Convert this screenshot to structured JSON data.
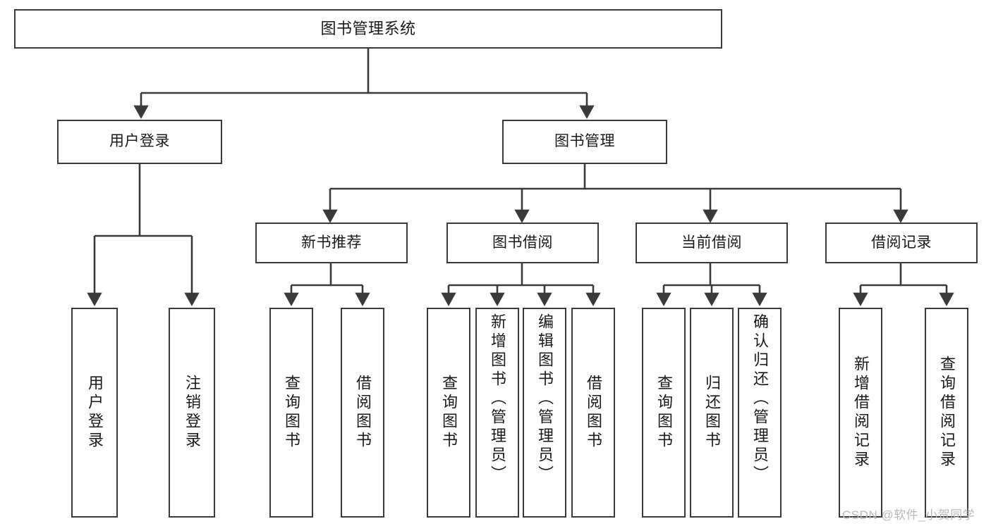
{
  "diagram": {
    "title": "图书管理系统",
    "type": "tree-hierarchy-chart",
    "root": {
      "label": "图书管理系统"
    },
    "level2": [
      {
        "label": "用户登录"
      },
      {
        "label": "图书管理"
      }
    ],
    "level3": [
      {
        "label": "新书推荐"
      },
      {
        "label": "图书借阅"
      },
      {
        "label": "当前借阅"
      },
      {
        "label": "借阅记录"
      }
    ],
    "leaves": {
      "user_login": [
        {
          "label": "用户登录"
        },
        {
          "label": "注销登录"
        }
      ],
      "new_book_recommend": [
        {
          "label": "查询图书"
        },
        {
          "label": "借阅图书"
        }
      ],
      "book_borrow": [
        {
          "label": "查询图书"
        },
        {
          "label": "新增图书（管理员）"
        },
        {
          "label": "编辑图书（管理员）"
        },
        {
          "label": "借阅图书"
        }
      ],
      "current_borrow": [
        {
          "label": "查询图书"
        },
        {
          "label": "归还图书"
        },
        {
          "label": "确认归还（管理员）"
        }
      ],
      "borrow_record": [
        {
          "label": "新增借阅记录"
        },
        {
          "label": "查询借阅记录"
        }
      ]
    }
  },
  "watermark": {
    "text": "CSDN @软件_小贺同学"
  },
  "colors": {
    "stroke": "#3a3a3a",
    "text": "#1a1a1a",
    "background": "#ffffff",
    "watermark": "#b9b9b9"
  }
}
